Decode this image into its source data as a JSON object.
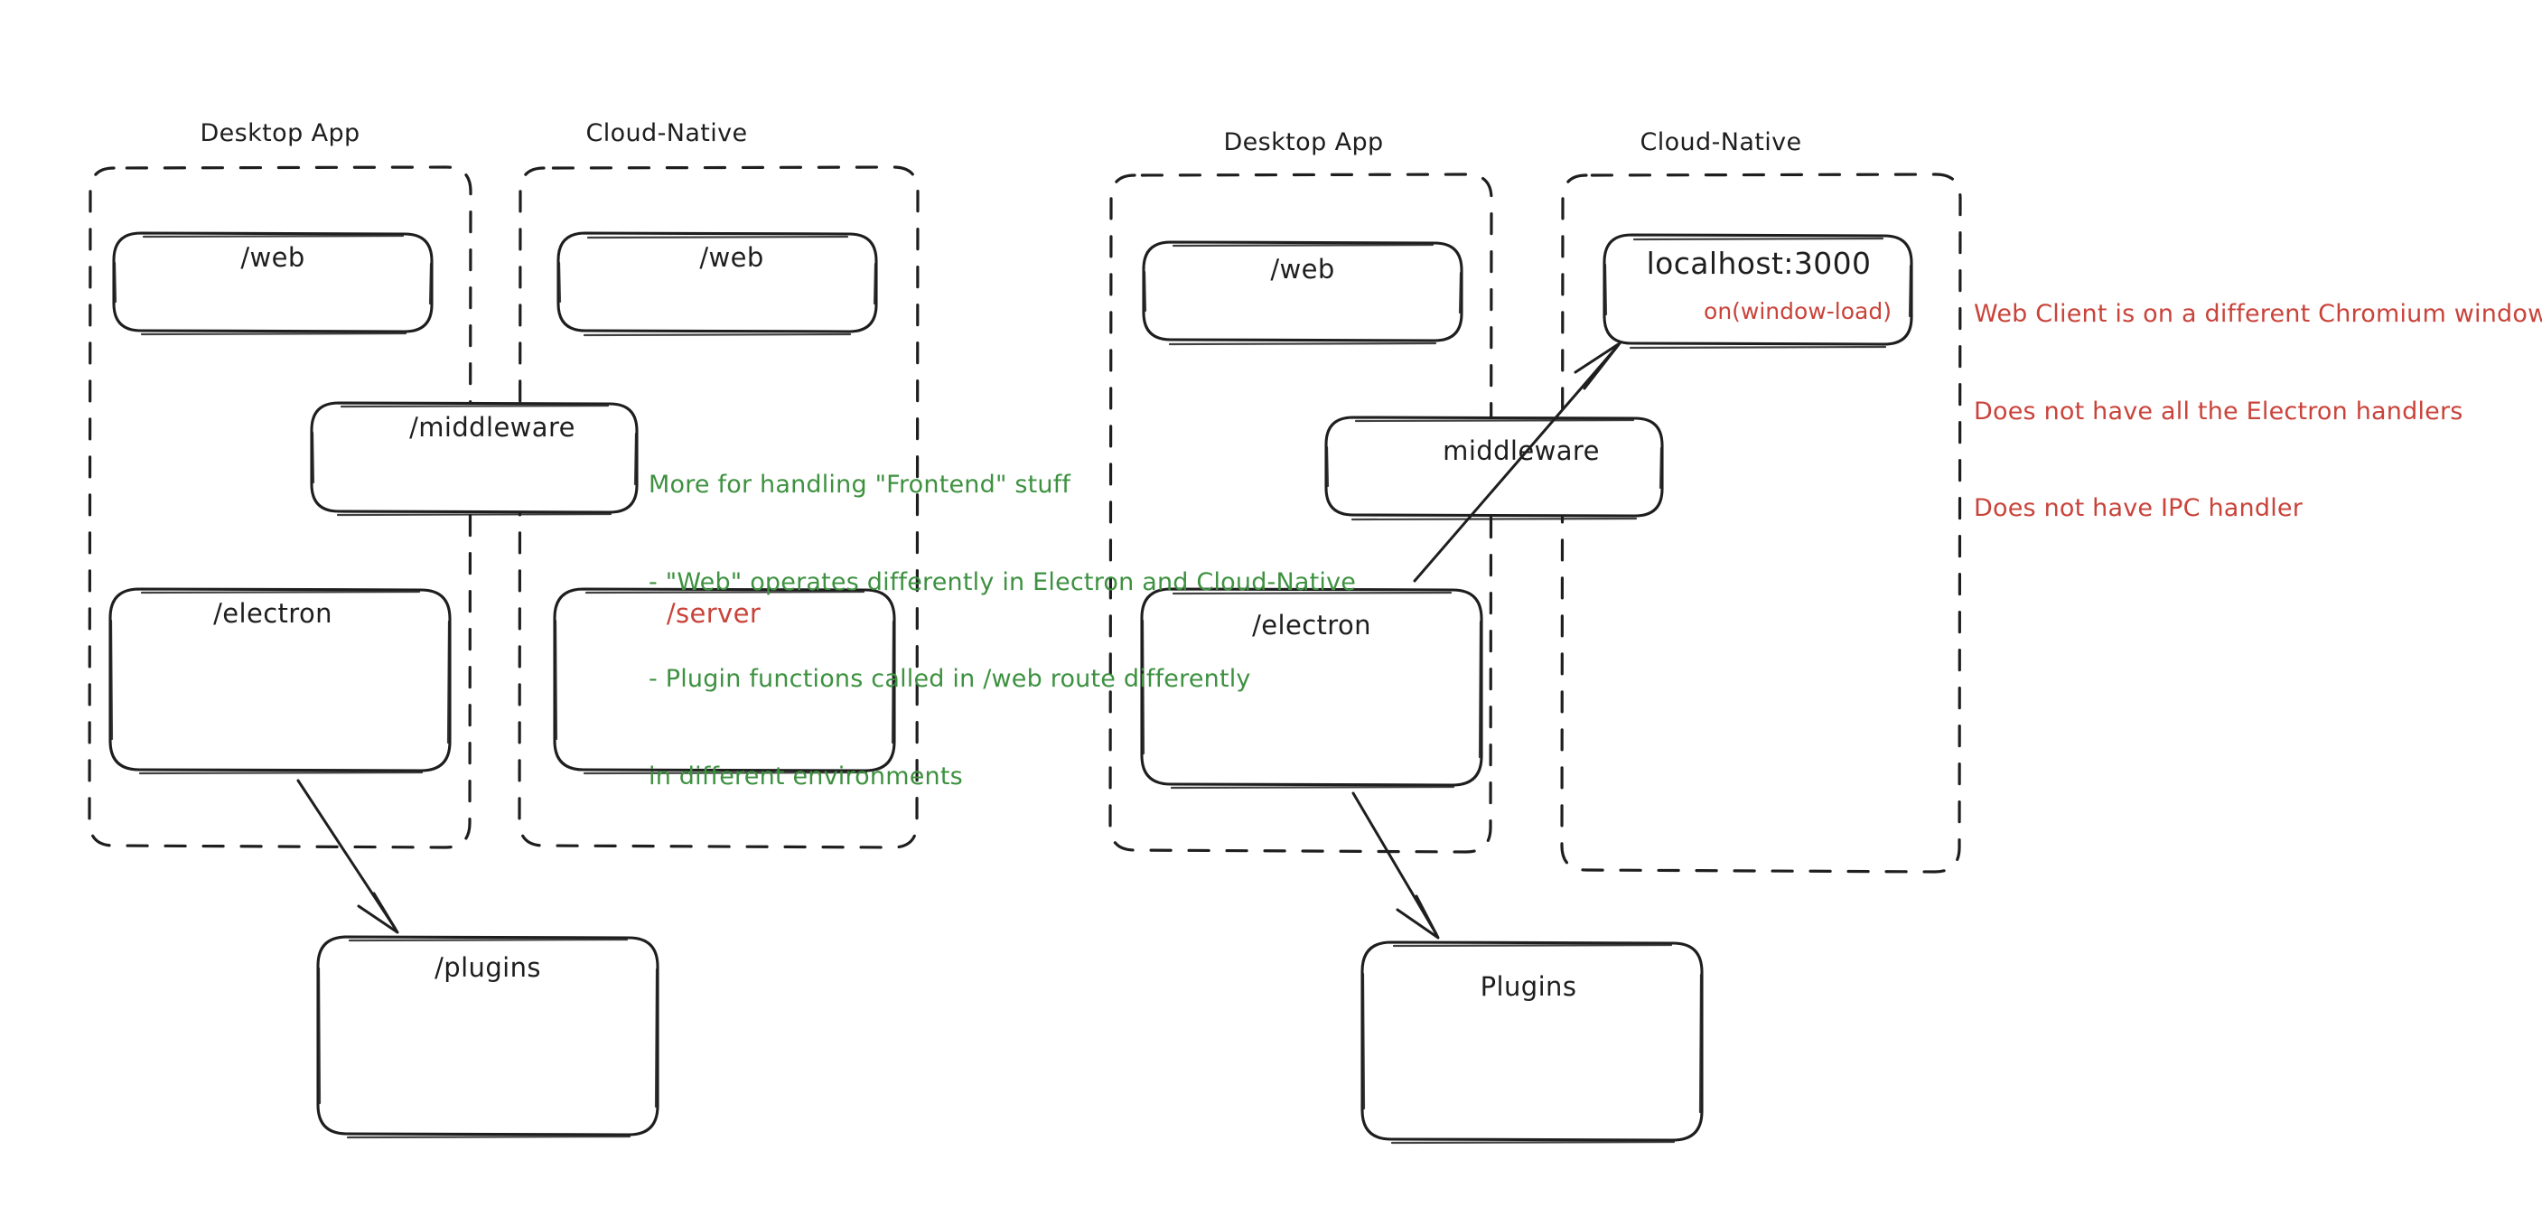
{
  "diagram": {
    "title_left_desktop": "Desktop App",
    "title_left_cloud": "Cloud-Native",
    "title_right_desktop": "Desktop App",
    "title_right_cloud": "Cloud-Native",
    "colors": {
      "stroke": "#1e1e1e",
      "green": "#3d9140",
      "red": "#c9433a",
      "background": "#ffffff"
    },
    "left_group": {
      "desktop_boxes": [
        {
          "label": "/web"
        },
        {
          "label": "/electron"
        }
      ],
      "cloud_boxes": [
        {
          "label": "/web"
        },
        {
          "label": "/server"
        }
      ],
      "straddle_box": {
        "label": "/middleware"
      },
      "bottom_box": {
        "label": "/plugins"
      }
    },
    "right_group": {
      "desktop_boxes": [
        {
          "label": "/web"
        },
        {
          "label": "/electron"
        }
      ],
      "cloud_boxes": [
        {
          "label": "localhost:3000",
          "sublabel": "on(window-load)"
        }
      ],
      "straddle_box": {
        "label": "middleware"
      },
      "bottom_box": {
        "label": "Plugins"
      }
    },
    "notes": {
      "green": [
        "More for handling \"Frontend\" stuff",
        "- \"Web\" operates differently in Electron and Cloud-Native",
        "- Plugin functions called in /web route differently",
        "in different environments"
      ],
      "red": [
        "Web Client is on a different Chromium window",
        "Does not have all the Electron handlers",
        "Does not have IPC handler"
      ]
    },
    "arrows": [
      {
        "name": "left-electron-to-plugins",
        "from": "/electron",
        "to": "/plugins"
      },
      {
        "name": "right-electron-to-plugins",
        "from": "/electron",
        "to": "Plugins"
      },
      {
        "name": "right-electron-to-localhost",
        "from": "/electron",
        "to": "localhost:3000"
      }
    ]
  }
}
